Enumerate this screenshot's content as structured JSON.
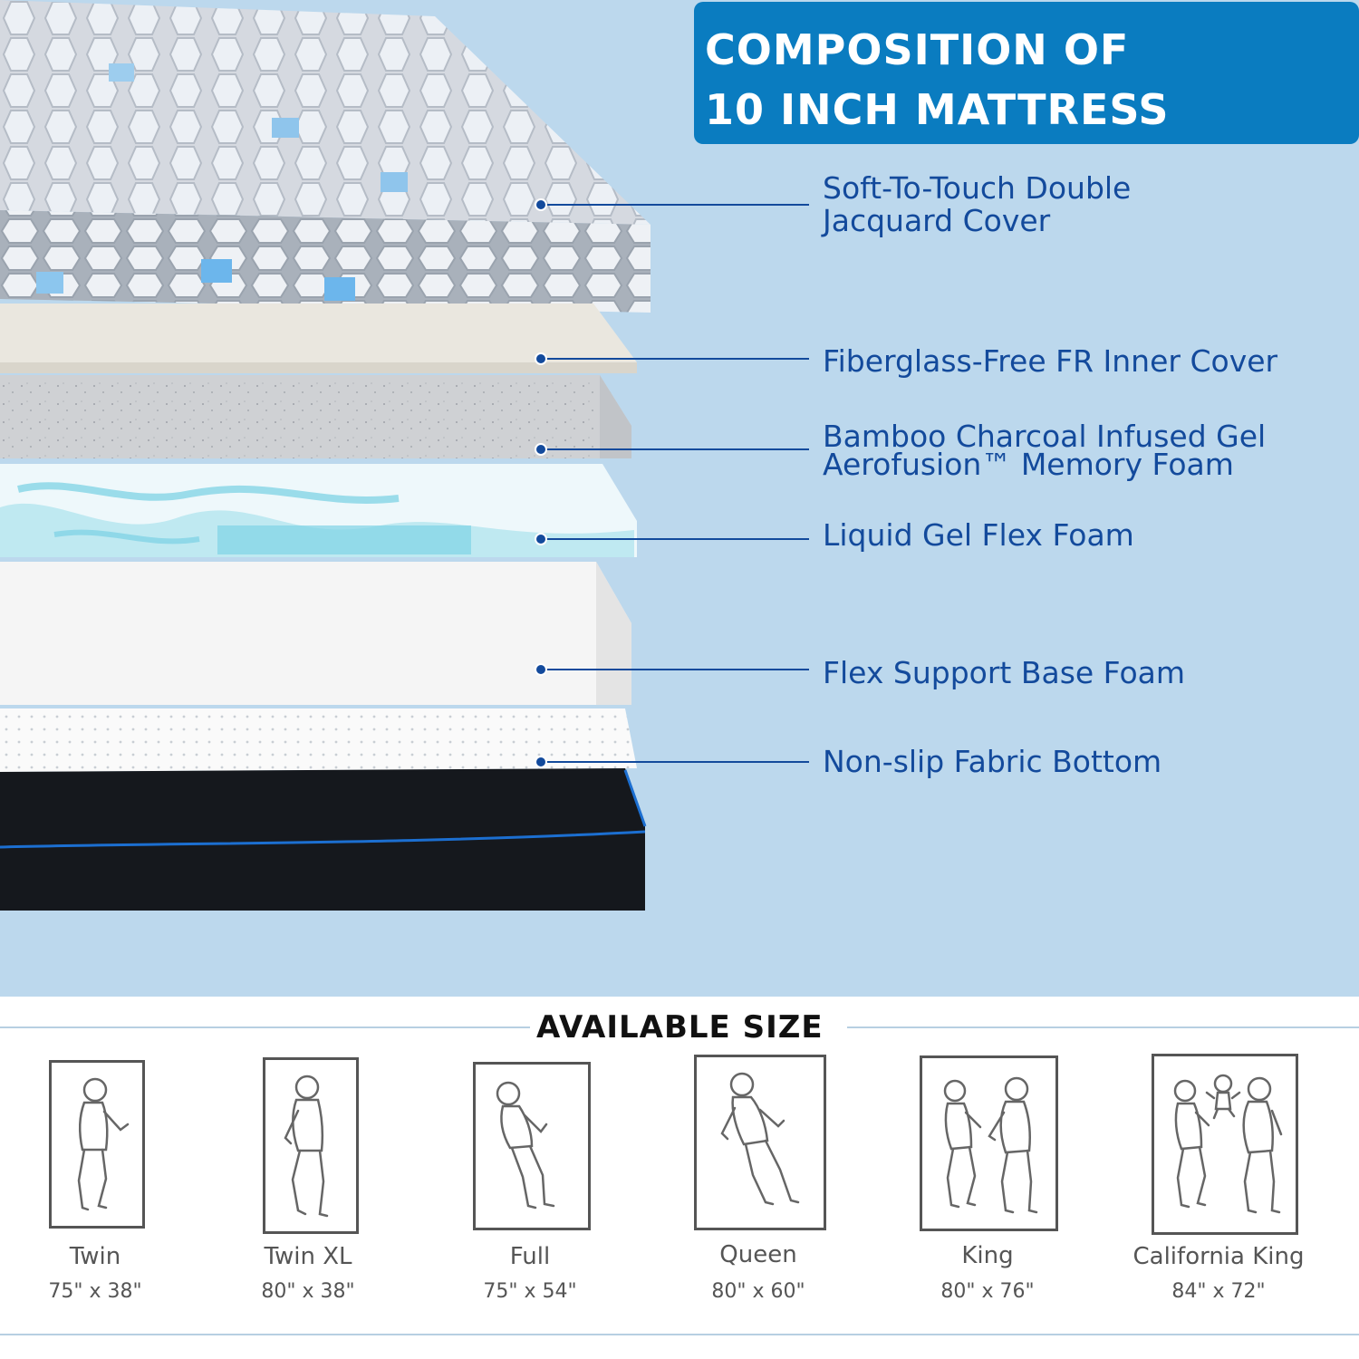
{
  "title": {
    "line1": "COMPOSITION OF",
    "line2": "10 INCH MATTRESS"
  },
  "layers": [
    {
      "label_line1": "Soft-To-Touch Double",
      "label_line2": "Jacquard Cover"
    },
    {
      "label_line1": "Fiberglass-Free FR Inner Cover"
    },
    {
      "label_line1": "Bamboo Charcoal Infused Gel",
      "label_line2": "Aerofusion™ Memory Foam"
    },
    {
      "label_line1": "Liquid Gel Flex Foam"
    },
    {
      "label_line1": "Flex Support Base Foam"
    },
    {
      "label_line1": "Non-slip Fabric Bottom"
    }
  ],
  "available_size": {
    "title": "AVAILABLE SIZE",
    "sizes": [
      {
        "name": "Twin",
        "dims": "75\" x 38\""
      },
      {
        "name": "Twin XL",
        "dims": "80\" x 38\""
      },
      {
        "name": "Full",
        "dims": "75\" x 54\""
      },
      {
        "name": "Queen",
        "dims": "80\" x 60\""
      },
      {
        "name": "King",
        "dims": "80\" x 76\""
      },
      {
        "name": "California King",
        "dims": "84\" x 72\""
      }
    ]
  },
  "colors": {
    "background": "#bcd8ed",
    "title_box": "#0a7cc0",
    "label_text": "#134a9c",
    "leader_line": "#134a9c"
  }
}
